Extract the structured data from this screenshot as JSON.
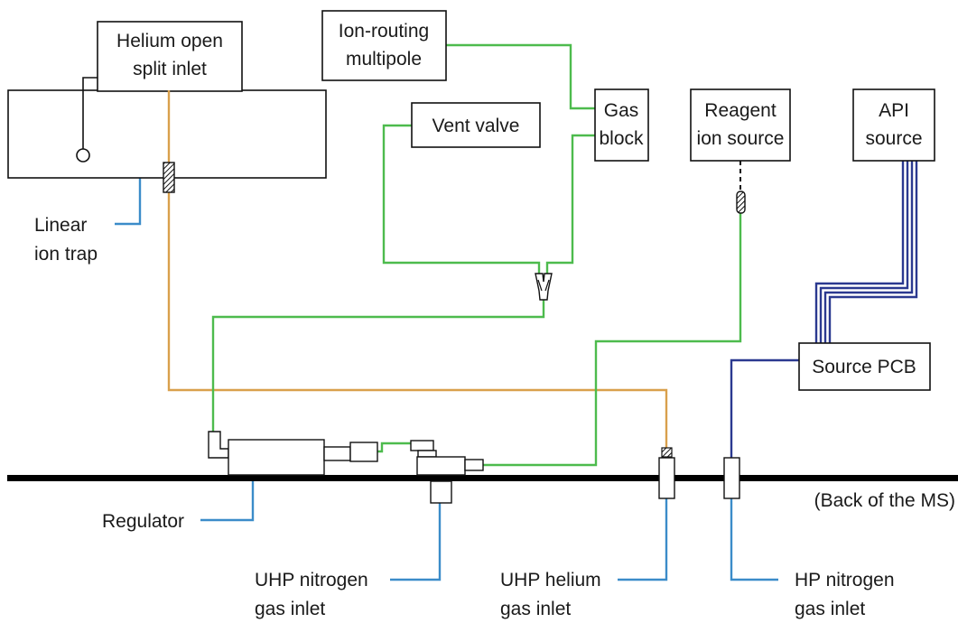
{
  "labels": {
    "helium_inlet_line1": "Helium open",
    "helium_inlet_line2": "split inlet",
    "ion_routing_line1": "Ion-routing",
    "ion_routing_line2": "multipole",
    "vent_valve": "Vent valve",
    "gas_block_line1": "Gas",
    "gas_block_line2": "block",
    "reagent_line1": "Reagent",
    "reagent_line2": "ion source",
    "api_line1": "API",
    "api_line2": "source",
    "linear_trap_line1": "Linear",
    "linear_trap_line2": "ion trap",
    "source_pcb": "Source PCB",
    "back_of_ms": "(Back of the MS)",
    "regulator": "Regulator",
    "uhp_nitrogen_line1": "UHP nitrogen",
    "uhp_nitrogen_line2": "gas inlet",
    "uhp_helium_line1": "UHP helium",
    "uhp_helium_line2": "gas inlet",
    "hp_nitrogen_line1": "HP nitrogen",
    "hp_nitrogen_line2": "gas inlet"
  },
  "colors": {
    "helium_line": "#d9a04c",
    "nitrogen_line": "#4dbb4d",
    "api_nitrogen_line": "#2b3990",
    "callout_line": "#3b8cc9",
    "outline": "#111111"
  }
}
